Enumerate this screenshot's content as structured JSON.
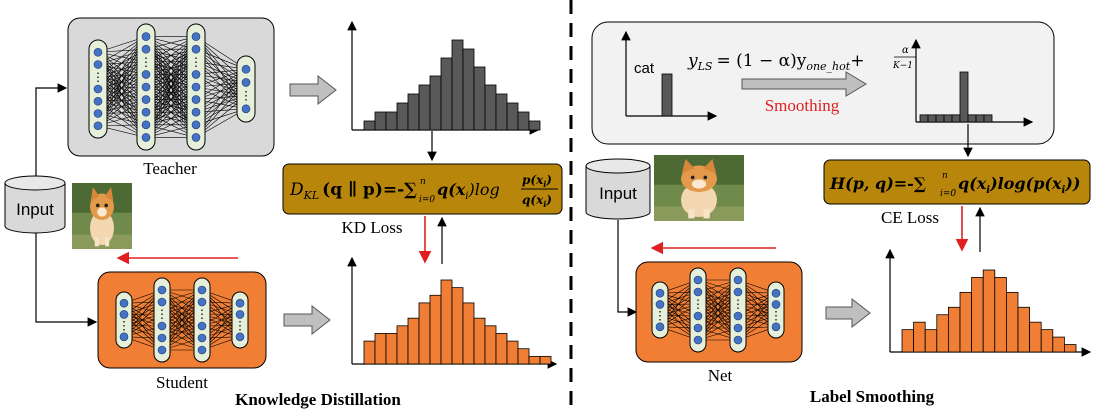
{
  "left": {
    "title": "Knowledge Distillation",
    "teacher_label": "Teacher",
    "student_label": "Student",
    "input_label": "Input",
    "loss_label": "KD Loss",
    "formula_main": "D",
    "formula_sub": "KL",
    "formula_rest": "(q ∥ p)=-∑",
    "formula_limits_top": "n",
    "formula_limits_bot": "i=0",
    "formula_tail": "q(x",
    "formula_tail_i": "i",
    "formula_tail2": ")log",
    "frac_num": "p(x",
    "frac_den": "q(x",
    "frac_i": "i",
    "frac_close": ")"
  },
  "right": {
    "title": "Label Smoothing",
    "net_label": "Net",
    "input_label": "Input",
    "loss_label": "CE Loss",
    "cat_label": "cat",
    "smoothing_label": "Smoothing",
    "ls_formula_y": "y",
    "ls_formula_sub": "LS",
    "ls_formula_mid": "= (1 − α)y",
    "ls_formula_sub2": "one_hot",
    "ls_formula_plus": "+",
    "ls_frac_num": "α",
    "ls_frac_den": "K−1",
    "ce_formula": "H(p, q)=-∑",
    "ce_limits_top": "n",
    "ce_limits_bot": "i=0",
    "ce_tail": "q(x",
    "ce_tail_i": "i",
    "ce_tail2": ")log(p(x",
    "ce_tail3": "))"
  },
  "colors": {
    "teacher_panel": "#d9d9d9",
    "network_panel": "#f07f35",
    "formula_box": "#b8860b",
    "layer_fill": "#e6efd9",
    "node": "#4472c4",
    "hist_gray": "#595959",
    "hist_orange": "#f07f35",
    "red_arrow": "#e02020",
    "smoothing_red": "#e02020"
  },
  "chart_data": [
    {
      "type": "bar",
      "name_hint": "teacher-output",
      "values": [
        1,
        2,
        2,
        3,
        4,
        5,
        6,
        8,
        10,
        9,
        7,
        5,
        4,
        3,
        2,
        1
      ]
    },
    {
      "type": "bar",
      "name_hint": "student-output",
      "values": [
        3,
        4,
        4,
        5,
        6,
        8,
        9,
        11,
        10,
        8,
        6,
        5,
        4,
        3,
        2,
        1,
        1
      ]
    },
    {
      "type": "bar",
      "name_hint": "one-hot",
      "values": [
        0,
        1,
        0,
        0,
        0
      ]
    },
    {
      "type": "bar",
      "name_hint": "smoothed-label",
      "values": [
        1,
        1,
        1,
        1,
        1,
        7,
        1,
        1,
        1
      ]
    },
    {
      "type": "bar",
      "name_hint": "net-output",
      "values": [
        3,
        4,
        3,
        5,
        6,
        8,
        10,
        11,
        10,
        8,
        6,
        4,
        3,
        2,
        1
      ]
    }
  ]
}
